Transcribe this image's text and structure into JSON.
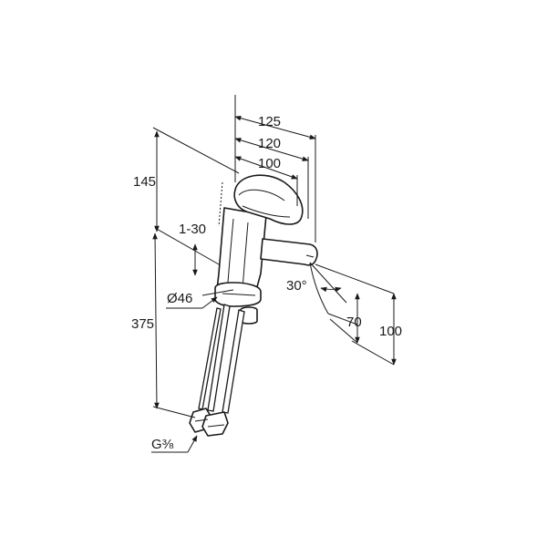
{
  "dimensions": {
    "depth_125": "125",
    "depth_120": "120",
    "depth_100": "100",
    "height_145": "145",
    "range_1_30": "1-30",
    "diameter_46": "Ø46",
    "height_375": "375",
    "angle_30": "30°",
    "height_70": "70",
    "height_100": "100",
    "thread_g38": "G⅜"
  },
  "colors": {
    "line": "#1a1a1a",
    "background": "#ffffff"
  }
}
